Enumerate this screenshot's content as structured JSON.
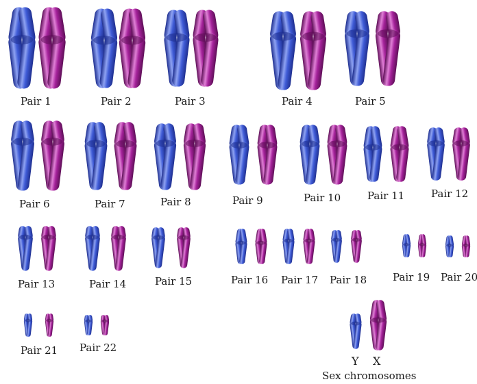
{
  "colors": {
    "paternal": "#3f5bd6",
    "paternal_dark": "#1f2f8f",
    "paternal_light": "#8ea2f2",
    "maternal": "#a4229a",
    "maternal_dark": "#5e0f57",
    "maternal_light": "#e07fd6",
    "label": "#1a1a1a"
  },
  "pairs": [
    {
      "label": "Pair 1"
    },
    {
      "label": "Pair 2"
    },
    {
      "label": "Pair 3"
    },
    {
      "label": "Pair 4"
    },
    {
      "label": "Pair 5"
    },
    {
      "label": "Pair 6"
    },
    {
      "label": "Pair 7"
    },
    {
      "label": "Pair 8"
    },
    {
      "label": "Pair 9"
    },
    {
      "label": "Pair 10"
    },
    {
      "label": "Pair 11"
    },
    {
      "label": "Pair 12"
    },
    {
      "label": "Pair 13"
    },
    {
      "label": "Pair 14"
    },
    {
      "label": "Pair 15"
    },
    {
      "label": "Pair 16"
    },
    {
      "label": "Pair 17"
    },
    {
      "label": "Pair 18"
    },
    {
      "label": "Pair 19"
    },
    {
      "label": "Pair 20"
    },
    {
      "label": "Pair 21"
    },
    {
      "label": "Pair 22"
    }
  ],
  "sex_chromosomes": {
    "y_label": "Y",
    "x_label": "X",
    "caption": "Sex chromosomes"
  }
}
